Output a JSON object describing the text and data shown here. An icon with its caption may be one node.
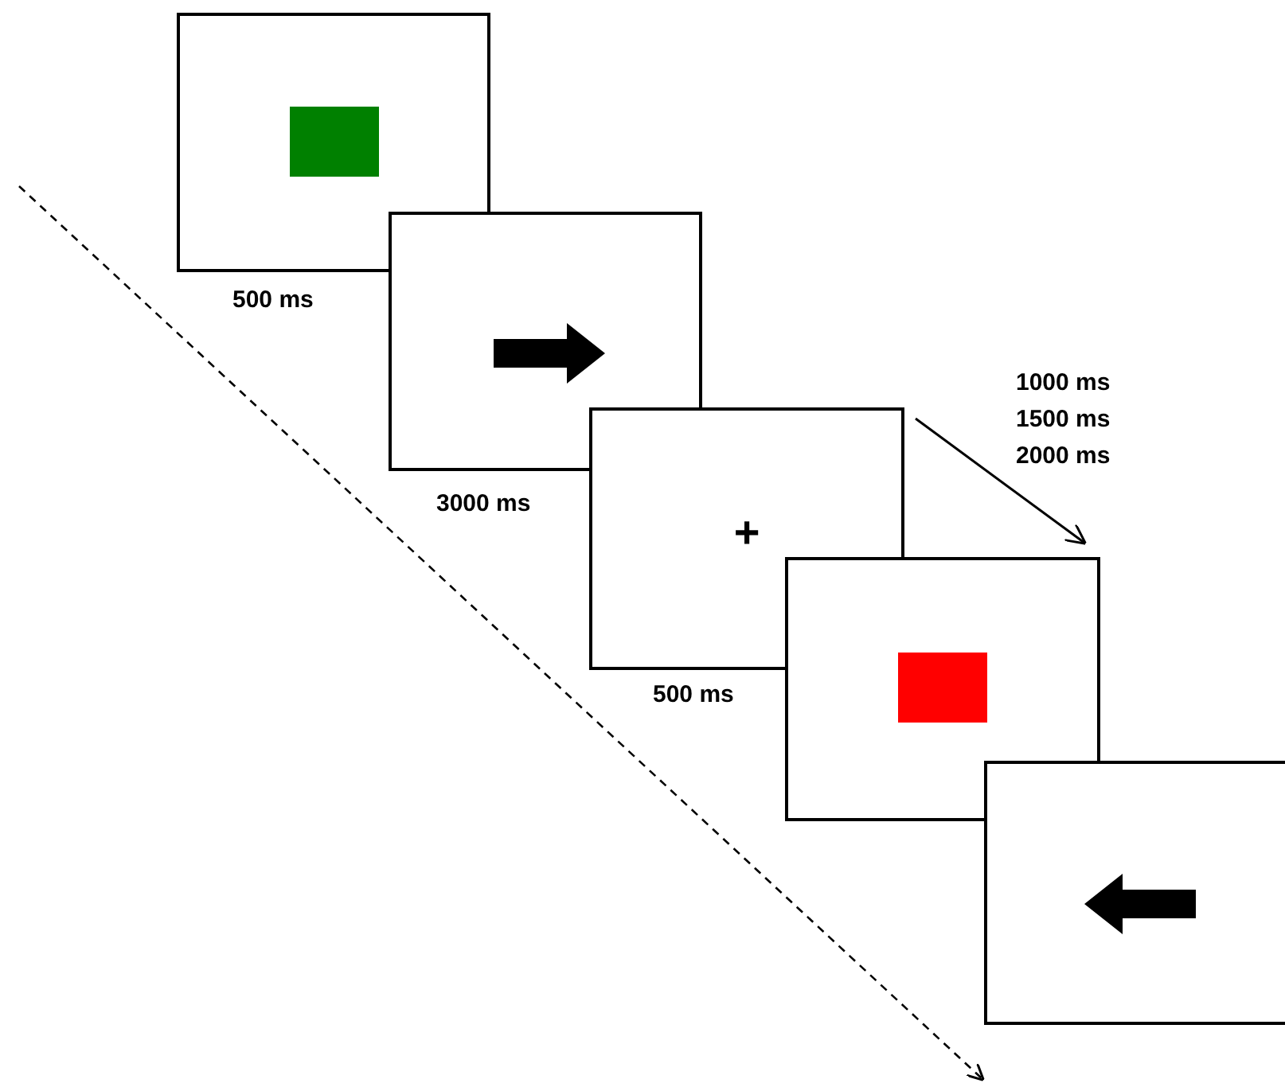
{
  "diagram": {
    "nodes": [
      {
        "text": [],
        "shape": "box",
        "beside": [
          "500 ms"
        ]
      },
      {
        "text": [],
        "shape": "box",
        "beside": [
          "3000 ms"
        ]
      },
      {
        "text": [
          "+"
        ],
        "beside": [
          "500 ms"
        ]
      },
      {
        "text": [],
        "shape": "box"
      },
      {
        "text": [],
        "shape": "box"
      }
    ],
    "edges": [
      {
        "from": 2,
        "to": 3,
        "arrow": "to",
        "label": "1000 ms 1500 ms 2000 ms"
      }
    ]
  }
}
